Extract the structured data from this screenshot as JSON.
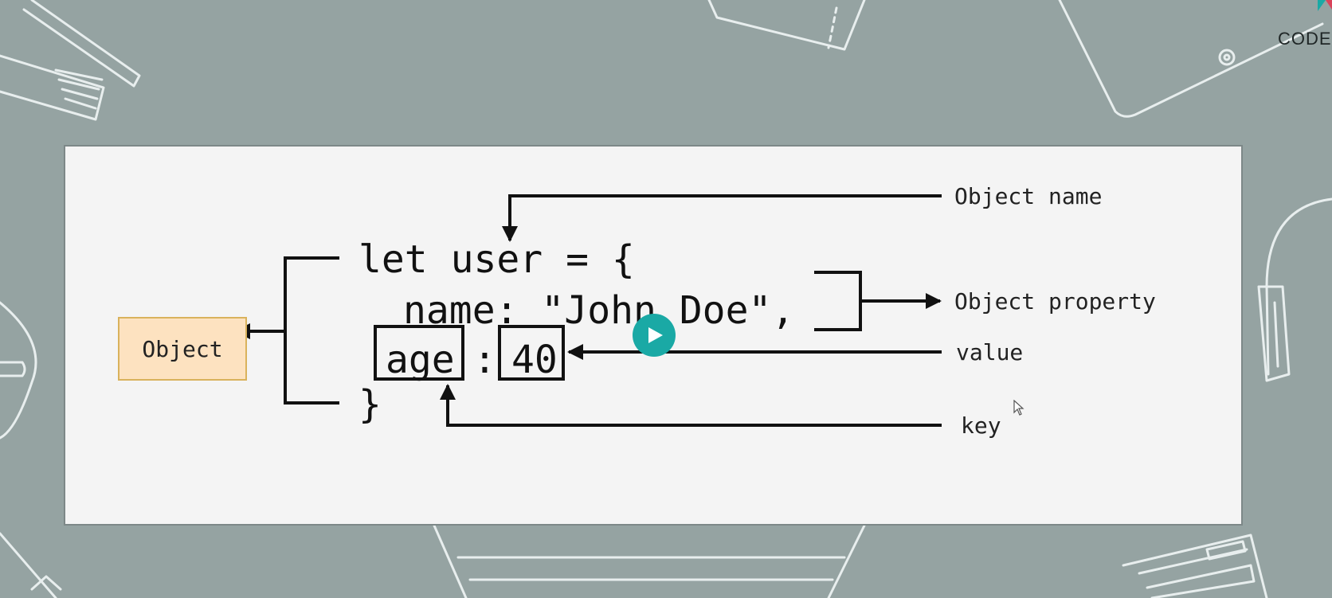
{
  "brand": {
    "text": "CODER"
  },
  "diagram": {
    "object_box_label": "Object",
    "code_lines": [
      "let user = {",
      "name: \"John Doe\",",
      "age",
      ": ",
      "40",
      "}"
    ],
    "annotations": {
      "object_name": "Object name",
      "object_property": "Object property",
      "value": "value",
      "key": "key"
    }
  },
  "colors": {
    "background": "#95a3a2",
    "slide": "#f4f4f4",
    "object_box_fill": "#fde2c0",
    "object_box_border": "#d9b25c",
    "play_button": "#1aa9a5"
  },
  "icons": {
    "play": "play-icon",
    "cursor": "mouse-cursor-icon"
  }
}
